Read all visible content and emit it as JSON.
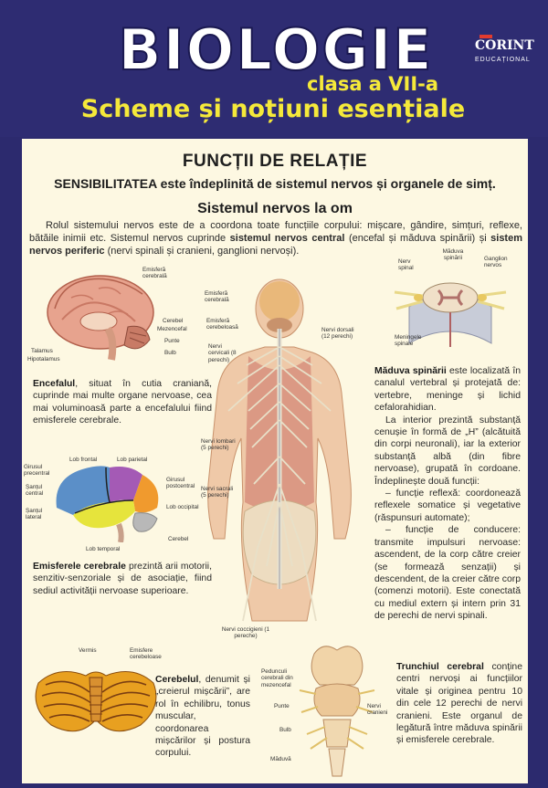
{
  "header": {
    "title": "BIOLOGIE",
    "grade": "clasa a VII-a",
    "subtitle": "Scheme și noțiuni esențiale",
    "brand": "CORINT",
    "brand_sub": "EDUCAȚIONAL"
  },
  "section": {
    "title": "FUNCȚII DE RELAȚIE",
    "subtitle": "SENSIBILITATEA este îndeplinită de sistemul nervos și organele de simț.",
    "system_title": "Sistemul nervos la om",
    "intro_a": "Rolul sistemului nervos este de a coordona toate funcțiile corpului: mișcare, gândire, simțuri, reflexe, bătăile inimii etc. Sistemul nervos cuprinde ",
    "intro_b": "sistemul nervos central",
    "intro_c": " (encefal și măduva spinării) și ",
    "intro_d": "sistem nervos periferic",
    "intro_e": " (nervi spinali și cranieni, ganglioni nervoși)."
  },
  "encefal": {
    "labels": {
      "emisfera": "Emisferă cerebrală",
      "cerebel": "Cerebel",
      "mezencefal": "Mezencefal",
      "punte": "Punte",
      "bulb": "Bulb",
      "talamus": "Talamus",
      "hipotalamus": "Hipotalamus"
    },
    "text_bold": "Encefalul",
    "text_rest": ", situat în cutia craniană, cuprinde mai multe organe nervoase, cea mai voluminoasă parte a encefalului fiind emisferele cerebrale."
  },
  "emisfere": {
    "labels": {
      "lob_frontal": "Lob frontal",
      "lob_parietal": "Lob parietal",
      "girusul_precentral": "Girusul precentral",
      "santul_central": "Șanțul central",
      "santul_lateral": "Șanțul lateral",
      "girusul_postcentral": "Girusul postcentral",
      "lob_occipital": "Lob occipital",
      "cerebel": "Cerebel",
      "lob_temporal": "Lob temporal"
    },
    "text_bold": "Emisferele cerebrale",
    "text_rest": " prezintă arii motorii, senzitiv-senzoriale și de asociație, fiind sediul activității nervoase superioare."
  },
  "corp": {
    "labels": {
      "emisfera": "Emisferă cerebrală",
      "emisfera_cerebeloasa": "Emisferă cerebeloasă",
      "nervi_cervicali": "Nervi cervicali (8 perechi)",
      "nervi_dorsali": "Nervi dorsali (12 perechi)",
      "nervi_lombari": "Nervi lombari (5 perechi)",
      "nervi_sacrali": "Nervi sacrali (5 perechi)",
      "nervi_coccigieni": "Nervi coccigieni (1 pereche)"
    }
  },
  "maduva": {
    "labels": {
      "nerv_spinal": "Nerv spinal",
      "maduva_spinarii": "Măduva spinării",
      "ganglion": "Ganglion nervos",
      "meningele": "Meningele spinale"
    },
    "p1_bold": "Măduva spinării",
    "p1_rest": " este localizată în canalul vertebral și protejată de: vertebre, meninge și lichid cefalorahidian.",
    "p2": "La interior prezintă substanță cenușie în formă de „H” (alcătuită din corpi neuronali), iar la exterior substanță albă (din fibre nervoase), grupată în cordoane. Îndeplinește două funcții:",
    "p3": "– funcție reflexă: coordonează reflexele somatice și vegetative (răspunsuri automate);",
    "p4": "– funcție de conducere: transmite impulsuri nervoase: ascendent, de la corp către creier (se formează senzații) și descendent, de la creier către corp (comenzi motorii). Este conectată cu mediul extern și intern prin 31 de perechi de nervi spinali."
  },
  "cerebel": {
    "labels": {
      "vermis": "Vermis",
      "emisfere": "Emisfere cerebeloase"
    },
    "text_bold": "Cerebelul",
    "text_rest": ", denumit și „creierul mișcării”, are rol în echilibru, tonus muscular, coordonarea mișcărilor și postura corpului."
  },
  "trunchi": {
    "labels": {
      "pedunculi": "Pedunculi cerebrali din mezencefal",
      "punte": "Punte",
      "bulb": "Bulb",
      "maduva": "Măduvă",
      "nervi": "Nervi cranieni"
    },
    "text_bold": "Trunchiul cerebral",
    "text_rest": " conține centri nervoși ai funcțiilor vitale și originea pentru 10 din cele 12 perechi de nervi cranieni. Este organul de legătură între măduva spinării și emisferele cerebrale."
  }
}
